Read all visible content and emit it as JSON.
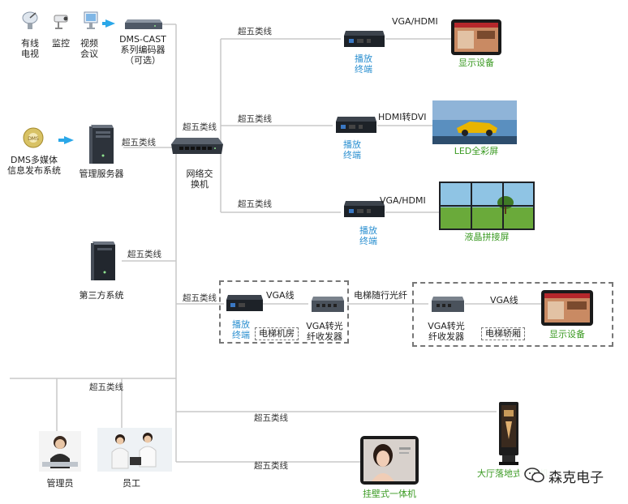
{
  "sources": {
    "cable_tv": "有线\n电视",
    "monitoring": "监控",
    "video_conf": "视频\n会议",
    "encoder": "DMS-CAST\n系列编码器\n（可选）"
  },
  "dms_system": "DMS多媒体\n信息发布系统",
  "mgmt_server": "管理服务器",
  "third_party": "第三方系统",
  "switch": "网络交\n换机",
  "cable": "超五类线",
  "player": "播放\n终端",
  "branch1": {
    "signal": "VGA/HDMI",
    "display": "显示设备"
  },
  "branch2": {
    "signal": "HDMI转DVI",
    "display": "LED全彩屏"
  },
  "branch3": {
    "signal": "VGA/HDMI",
    "display": "液晶拼接屏"
  },
  "elevator": {
    "vga_line": "VGA线",
    "converter": "VGA转光\n纤收发器",
    "machine_room": "电梯机房",
    "fiber": "电梯随行光纤",
    "car": "电梯轿厢",
    "display": "显示设备"
  },
  "admin": "管理员",
  "staff": "员工",
  "wall_unit": "挂壁式一体机",
  "kiosk": "大厅落地式一体机",
  "watermark": "森克电子"
}
